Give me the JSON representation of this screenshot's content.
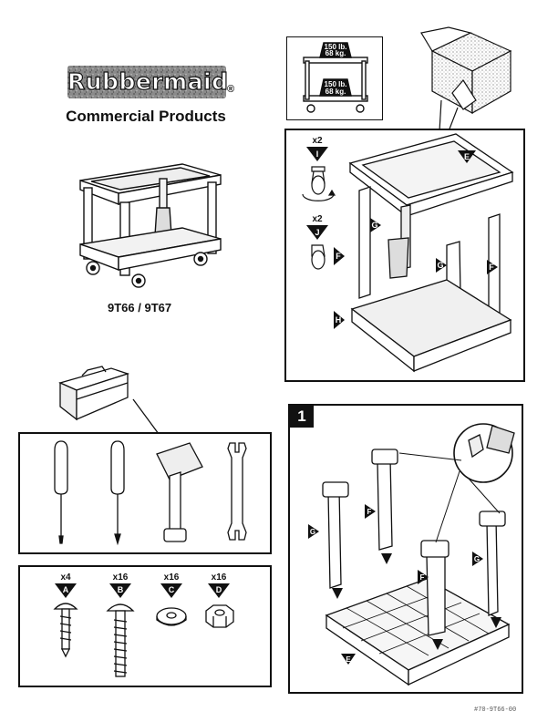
{
  "brand": {
    "name": "Rubbermaid",
    "registered": "®",
    "division": "Commercial Products"
  },
  "product": {
    "models": "9T66 / 9T67"
  },
  "weight_capacity": {
    "top_shelf_lb": "150 lb.",
    "top_shelf_kg": "68 kg.",
    "bottom_shelf_lb": "150 lb.",
    "bottom_shelf_kg": "68 kg."
  },
  "parts": {
    "caster_swivel": {
      "qty": "x2",
      "letter": "I"
    },
    "caster_fixed": {
      "qty": "x2",
      "letter": "J"
    },
    "top_shelf": {
      "letter": "E"
    },
    "post_f_left": {
      "letter": "F"
    },
    "post_f_right": {
      "letter": "F"
    },
    "post_g_back": {
      "letter": "G"
    },
    "post_g_front": {
      "letter": "G"
    },
    "bottom_shelf": {
      "letter": "H"
    }
  },
  "hardware": [
    {
      "qty": "x4",
      "letter": "A",
      "name": "short-screw"
    },
    {
      "qty": "x16",
      "letter": "B",
      "name": "long-bolt"
    },
    {
      "qty": "x16",
      "letter": "C",
      "name": "washer"
    },
    {
      "qty": "x16",
      "letter": "D",
      "name": "hex-nut"
    }
  ],
  "tools": [
    "flat-screwdriver-icon",
    "phillips-screwdriver-icon",
    "rubber-mallet-icon",
    "open-end-wrench-icon"
  ],
  "step1": {
    "number": "1",
    "labels": {
      "g_left": "G",
      "f_mid": "F",
      "f_center": "F",
      "g_right": "G",
      "shelf": "E"
    }
  },
  "footer": {
    "code": "#70-9T66-00"
  }
}
